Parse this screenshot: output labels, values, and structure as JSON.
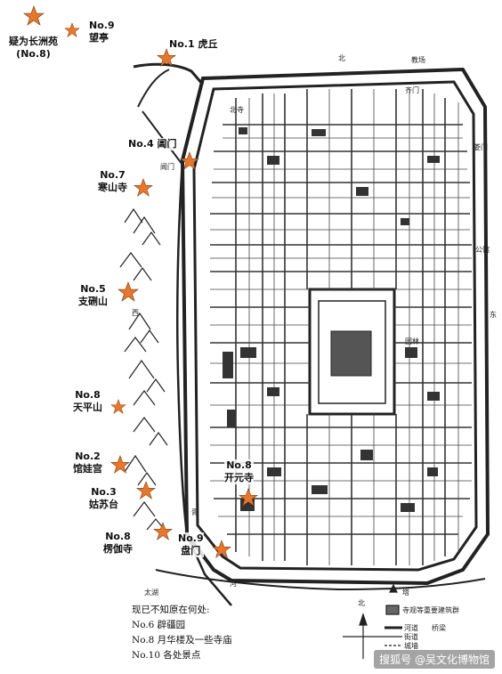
{
  "markers": [
    {
      "id": "changzhouyuan",
      "num": "",
      "name": "疑为长洲苑",
      "sub": "(No.8)"
    },
    {
      "id": "wangting",
      "num": "No.9",
      "name": "望亭"
    },
    {
      "id": "huqiu",
      "num": "No.1",
      "name": "虎丘"
    },
    {
      "id": "changmen",
      "num": "No.4",
      "name": "阊门"
    },
    {
      "id": "hanshansi",
      "num": "No.7",
      "name": "寒山寺"
    },
    {
      "id": "zhixingshan",
      "num": "No.5",
      "name": "支硎山"
    },
    {
      "id": "tianpingshan",
      "num": "No.8",
      "name": "天平山"
    },
    {
      "id": "guanwagong",
      "num": "No.2",
      "name": "馆娃宫"
    },
    {
      "id": "gusutai",
      "num": "No.3",
      "name": "姑苏台"
    },
    {
      "id": "lengjiasi",
      "num": "No.8",
      "name": "楞伽寺"
    },
    {
      "id": "panmen",
      "num": "No.9",
      "name": "盘门"
    },
    {
      "id": "kaiyuansi",
      "num": "No.8",
      "name": "开元寺"
    }
  ],
  "note": {
    "heading": "现已不知原在何处:",
    "lines": [
      "No.6 辟疆园",
      "No.8 月华楼及一些寺庙",
      "No.10 各处景点"
    ]
  },
  "map_labels": {
    "north_gate": "北",
    "qimen": "齐门",
    "loumen": "娄门",
    "east": "东",
    "changmen_gate": "阊门",
    "xu": "胥",
    "xi": "西",
    "taihu": "太湖",
    "he": "河",
    "jiaochang": "教场",
    "beisi": "北寺",
    "gongyuan": "公馆",
    "yuanlin": "园林"
  },
  "legend": {
    "north": "北",
    "ta": "塔",
    "temples": "寺观等重要建筑群",
    "river": "河道",
    "bridge": "桥梁",
    "street": "街道",
    "city_wall": "城墙"
  },
  "watermark": "搜狐号 @吴文化博物馆",
  "colors": {
    "star": "#e8762b",
    "ink": "#1a1a1a",
    "paper": "#ffffff"
  }
}
